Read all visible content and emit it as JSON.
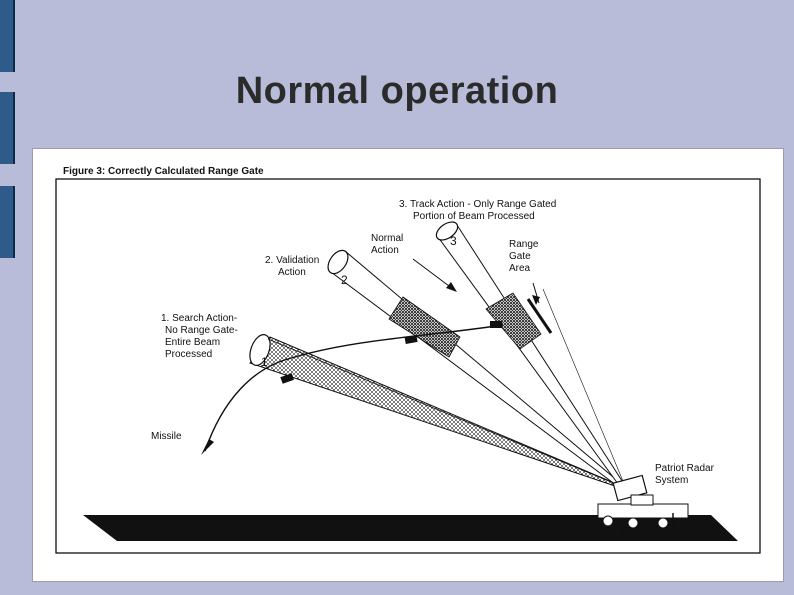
{
  "slide": {
    "title": "Normal operation"
  },
  "figure": {
    "caption": "Figure 3: Correctly Calculated Range Gate",
    "labels": {
      "search_action": [
        "1. Search Action-",
        "No Range Gate-",
        "Entire Beam",
        "Processed"
      ],
      "validation_action": [
        "2. Validation",
        "Action"
      ],
      "normal_action": [
        "Normal",
        "Action"
      ],
      "track_action": [
        "3. Track Action - Only Range Gated",
        "Portion of Beam Processed"
      ],
      "range_gate_area": [
        "Range",
        "Gate",
        "Area"
      ],
      "missile": "Missile",
      "patriot_radar": [
        "Patriot Radar",
        "System"
      ]
    },
    "beam_numbers": [
      "1",
      "2",
      "3"
    ]
  },
  "colors": {
    "background": "#b8bcd9",
    "side_marks": "#2e5b8a",
    "ground": "#111111"
  }
}
